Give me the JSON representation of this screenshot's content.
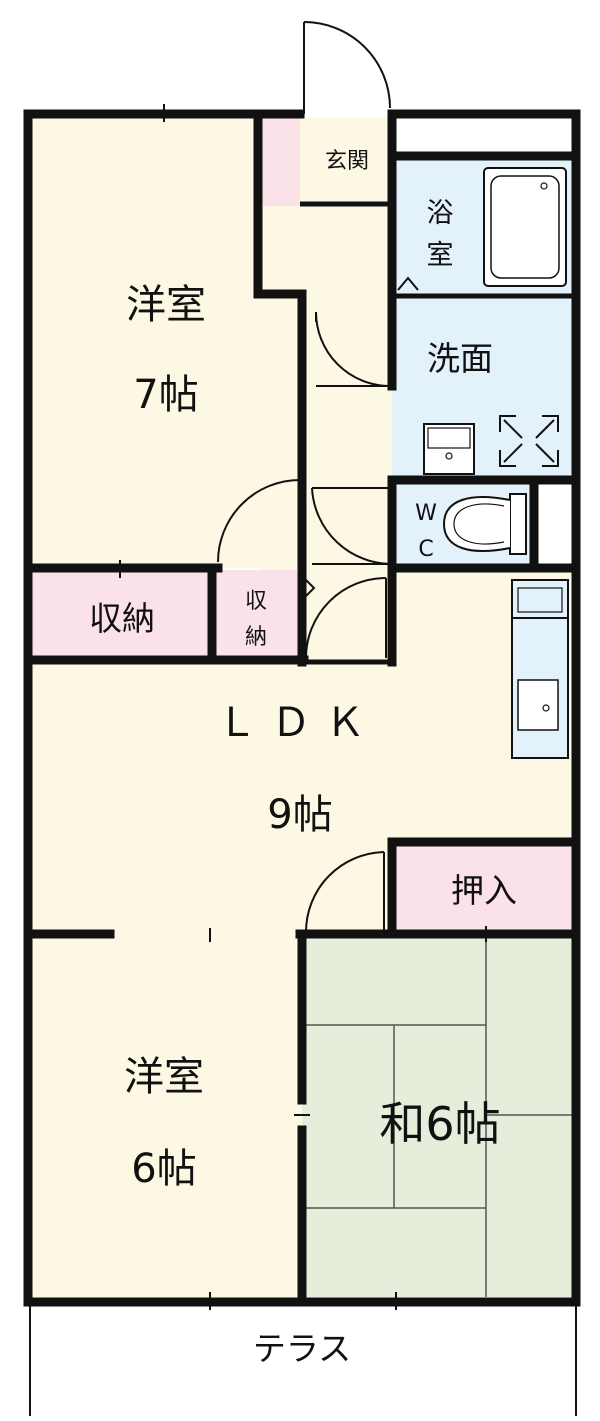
{
  "colors": {
    "western_room": "#fdf8e3",
    "japanese_room": "#e5eedb",
    "storage": "#fbe2e8",
    "wet_area": "#e2f1fa",
    "ldk": "#fdf8e3",
    "terrace": "#ffffff",
    "wall": "#111111"
  },
  "rooms": {
    "western_7": {
      "name": "洋室",
      "size": "7帖"
    },
    "genkan": {
      "name": "玄関"
    },
    "bath": {
      "name_line1": "浴",
      "name_line2": "室"
    },
    "washroom": {
      "name": "洗面"
    },
    "wc": {
      "line1": "W",
      "line2": "C"
    },
    "storage_1": {
      "name": "収納"
    },
    "storage_2": {
      "name_line1": "収",
      "name_line2": "納"
    },
    "ldk": {
      "name": "ＬＤＫ",
      "size": "9帖"
    },
    "oshiire": {
      "name": "押入"
    },
    "western_6": {
      "name": "洋室",
      "size": "6帖"
    },
    "japanese_6": {
      "name": "和6帖"
    },
    "terrace": {
      "name": "テラス"
    }
  }
}
